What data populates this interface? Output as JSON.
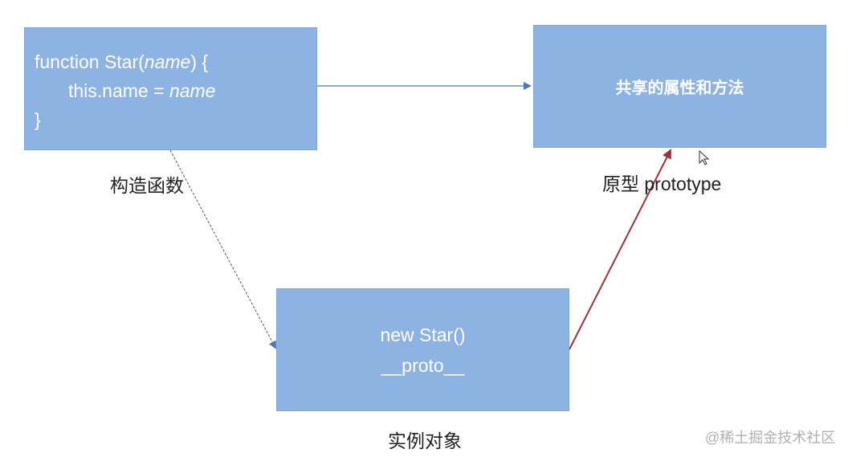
{
  "constructor_box": {
    "line1_pre": "function Star(",
    "line1_param": "name",
    "line1_post": ") {",
    "line2_pre": "this.name = ",
    "line2_param": "name",
    "line3": "}"
  },
  "prototype_box": {
    "text": "共享的属性和方法"
  },
  "instance_box": {
    "line1": "new Star()",
    "line2": "__proto__"
  },
  "labels": {
    "constructor": "构造函数",
    "prototype": "原型 prototype",
    "instance": "实例对象"
  },
  "watermark": "@稀土掘金技术社区",
  "colors": {
    "box": "#8db3e2",
    "arrow_blue": "#4a78b8",
    "arrow_red": "#a0303a"
  }
}
